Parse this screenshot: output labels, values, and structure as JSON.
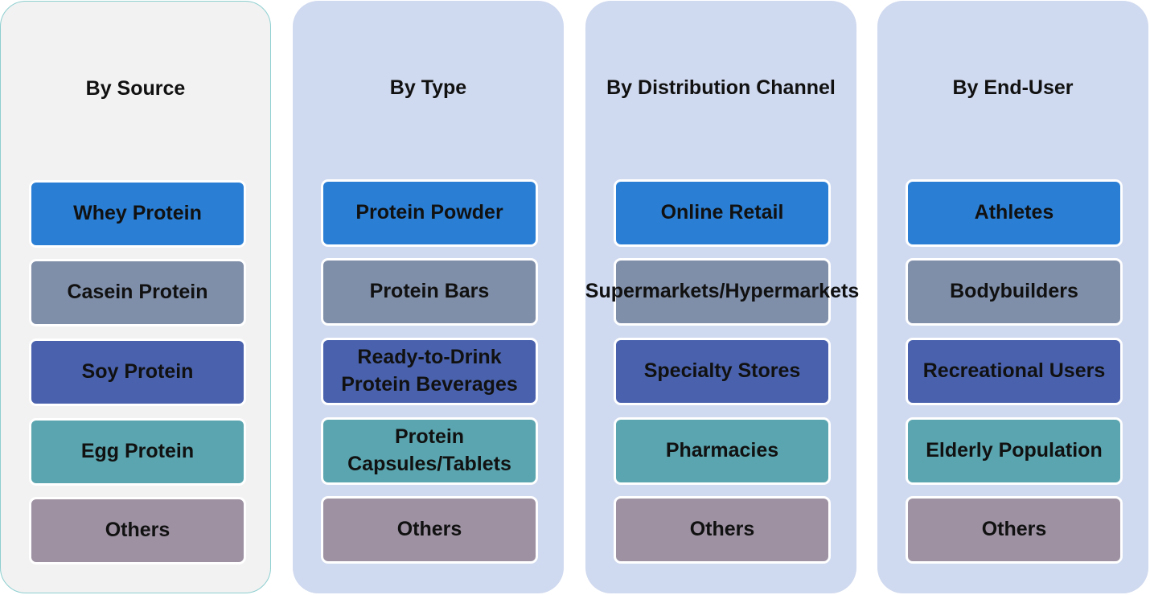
{
  "columns": [
    {
      "title": "By Source",
      "items": [
        "Whey Protein",
        "Casein Protein",
        "Soy Protein",
        "Egg Protein",
        "Others"
      ]
    },
    {
      "title": "By Type",
      "items": [
        "Protein Powder",
        "Protein Bars",
        "Ready-to-Drink Protein Beverages",
        "Protein Capsules/Tablets",
        "Others"
      ]
    },
    {
      "title": "By Distribution Channel",
      "items": [
        "Online Retail",
        "Supermarkets/Hypermarkets",
        "Specialty Stores",
        "Pharmacies",
        "Others"
      ]
    },
    {
      "title": "By End-User",
      "items": [
        "Athletes",
        "Bodybuilders",
        "Recreational Users",
        "Elderly Population",
        "Others"
      ]
    }
  ],
  "colors": [
    "#2a7fd5",
    "#7f8ea9",
    "#4a62ad",
    "#5aa5af",
    "#9d91a2"
  ]
}
